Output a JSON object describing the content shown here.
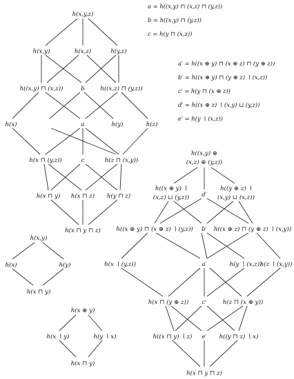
{
  "definitions_top": [
    "a = h((x,y) ⊓ (x,z) ⊓ (y,z))",
    "b = h((x,y) ⊓ (y,z))",
    "c = h(y ⊓ (x,z))"
  ],
  "definitions_right": [
    "a′ = h((x ⊕ y) ⊓ (x ⊕ z) ⊓ (y ⊕ z))",
    "b′ = h((x ⊕ y) ⊓ (y ⊕ z) ∖ (x,z))",
    "c′ = h(y ⊓ (x ⊕ z))",
    "d′ = h((x ⊕ z) ∖ (x,y) ⊔ (y,z))",
    "e′ = h(y ∖ (x,z))"
  ],
  "lattice1": {
    "nodes": {
      "top": "h(x,y,z)",
      "hxy": "h(x,y)",
      "hxz": "h(x,z)",
      "hyz": "h(y,z)",
      "hxy_xz": "h((x,y) ⊓ (x,z))",
      "b": "b",
      "hxz_yz": "h((x,z) ⊓ (y,z))",
      "hx": "h(x)",
      "a": "a",
      "hy": "h(y)",
      "hz": "h(z)",
      "hx_yz": "h(x ⊓ (y,z))",
      "c": "c",
      "hz_xy": "h(z ⊓ (x,y))",
      "hx_y": "h(x ⊓ y)",
      "hx_z": "h(x ⊓ z)",
      "hy_z": "h(y ⊓ z)",
      "bottom": "h(x ⊓ y ⊓ z)"
    }
  },
  "lattice2": {
    "nodes": {
      "top": "h(x,y)",
      "left": "h(x)",
      "right": "h(y)",
      "bottom": "h(x ⊓ y)"
    }
  },
  "lattice3": {
    "nodes": {
      "top": "h(x ⊕ y)",
      "left": "h(x ∖ y)",
      "right": "h(y ∖ x)",
      "bottom": "h(x ⊓ y)"
    }
  },
  "lattice4": {
    "nodes": {
      "top_line1": "h((x,y) ⊕",
      "top_line2": "(x,z) ⊕ (y,z))",
      "l1_left_line1": "h((x ⊕ y) ∖",
      "l1_left_line2": "(x,z) ⊔ (y,z))",
      "dprime": "d′",
      "l1_right_line1": "h((y ⊕ z) ∖",
      "l1_right_line2": "(x,y) ⊔ (x,z))",
      "l2_left": "h((x ⊕ y) ⊓ (x ⊕ z) ∖ (y,z))",
      "bprime": "b′",
      "l2_right": "h((x ⊕ z) ⊓ (y ⊕ z) ∖ (x,y))",
      "l3_left": "h(x ∖ (y,z))",
      "aprime": "a′",
      "l3_mid": "h(y ∖ (x,z))",
      "l3_right": "h(z ∖ (x,y))",
      "l4_left": "h(x ⊓ (y ⊕ z))",
      "cprime": "c′",
      "l4_right": "h(z ⊓ (x ⊕ y))",
      "l5_left": "h((x ⊓ y) ∖ z)",
      "eprime": "e′",
      "l5_right": "h((y ⊓ z) ∖ x)",
      "bottom": "h(x ⊓ y ⊓ z)"
    }
  }
}
